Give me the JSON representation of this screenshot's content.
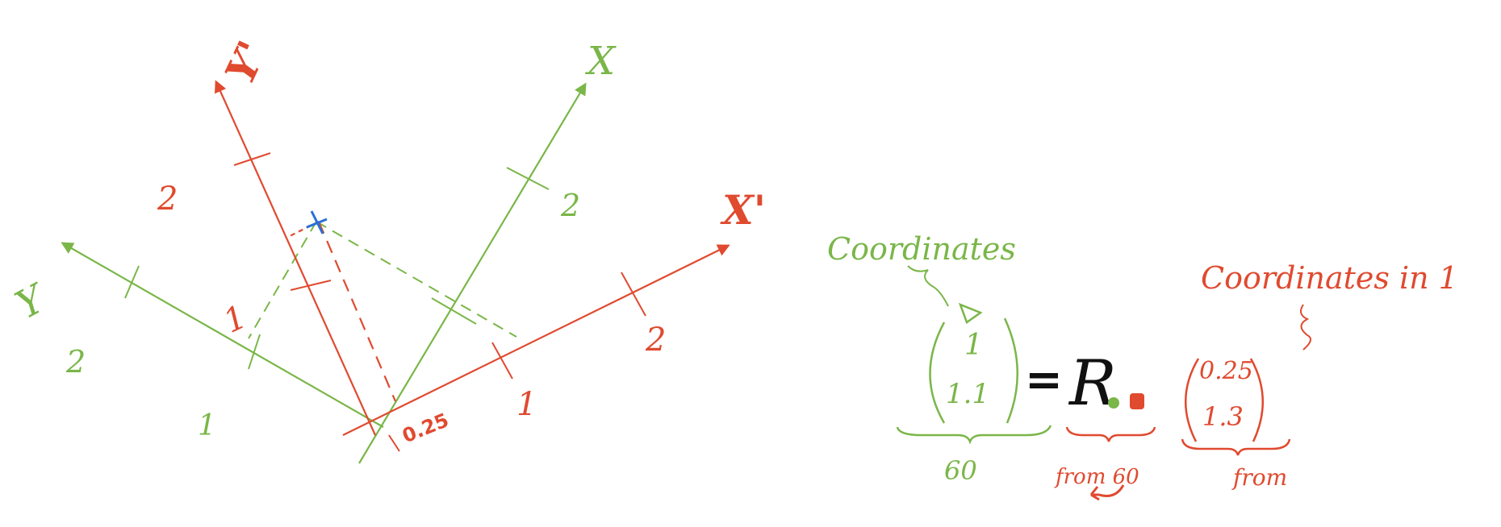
{
  "colors": {
    "green": "#7ab648",
    "red": "#e04a2f",
    "blue": "#2a6fd6",
    "black": "#111111"
  },
  "green_frame": {
    "x_axis_label": "X",
    "y_axis_label": "Y",
    "x_ticks": [
      "2"
    ],
    "y_ticks": [
      "2",
      "1"
    ]
  },
  "red_frame": {
    "x_axis_label": "X'",
    "y_axis_label": "Y'",
    "x_ticks": [
      "1",
      "2"
    ],
    "y_ticks": [
      "1",
      "2"
    ],
    "origin_offset_label": "0.25"
  },
  "equation": {
    "green_heading": "Coordinates",
    "green_vector": [
      "1",
      "1.1"
    ],
    "equals": "=",
    "rotation_symbol": "R",
    "red_vector": [
      "0.25",
      "1.3"
    ],
    "red_heading": "Coordinates in 1",
    "green_brace_label": "60",
    "red_brace_label_a": "from 60",
    "red_brace_label_b": "from"
  }
}
